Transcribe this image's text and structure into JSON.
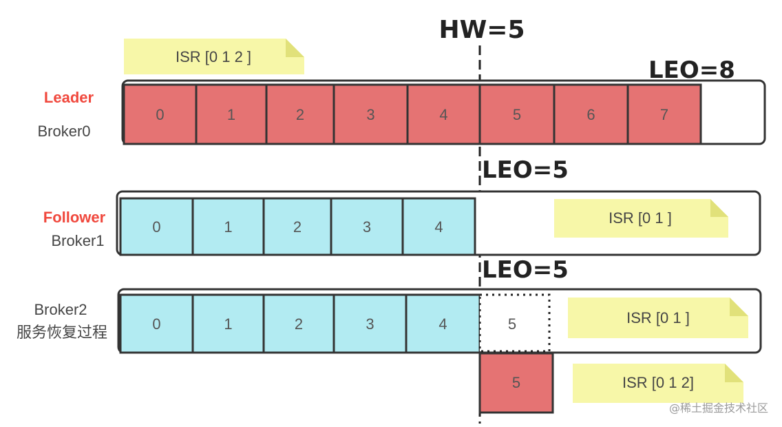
{
  "hw": {
    "label": "HW=5"
  },
  "brokers": [
    {
      "role": "Leader",
      "name": "Broker0",
      "offsets": [
        "0",
        "1",
        "2",
        "3",
        "4",
        "5",
        "6",
        "7"
      ],
      "leo_label": "LEO=8",
      "isr_note": "ISR [0 1 2 ]",
      "cell_color": "#e57373"
    },
    {
      "role": "Follower",
      "name": "Broker1",
      "offsets": [
        "0",
        "1",
        "2",
        "3",
        "4"
      ],
      "leo_label": "LEO=5",
      "isr_note": "ISR [0 1 ]",
      "cell_color": "#b2ebf2"
    },
    {
      "role": "Broker2",
      "name": "服务恢复过程",
      "offsets": [
        "0",
        "1",
        "2",
        "3",
        "4"
      ],
      "dotted_offset": "5",
      "leo_label": "LEO=5",
      "isr_note": "ISR [0 1 ]",
      "cell_color": "#b2ebf2"
    }
  ],
  "recovered": {
    "offset": "5",
    "isr_note": "ISR [0 1 2]",
    "cell_color": "#e57373"
  },
  "note_color": "#f7f7a8",
  "watermark": "@稀土掘金技术社区"
}
